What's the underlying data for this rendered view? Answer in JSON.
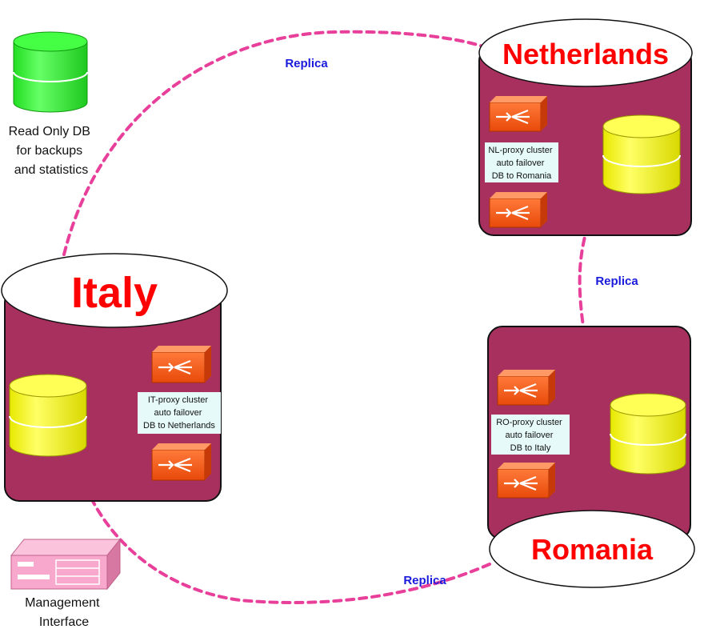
{
  "colors": {
    "site_box": "#a8305e",
    "site_title": "#ff0000",
    "replica_line": "#e8409a",
    "replica_label": "#1a1adc",
    "db_yellow": "#ffff33",
    "db_green": "#33ff33",
    "router": "#ff5511",
    "proxy_label_bg": "#e6fafa",
    "mgmt_device": "#f7a8cc"
  },
  "readonly_db": {
    "icon": "green-database-icon",
    "lines": [
      "Read Only DB",
      "for backups",
      "and statistics"
    ]
  },
  "management": {
    "icon": "server-appliance-icon",
    "lines": [
      "Management",
      "Interface"
    ]
  },
  "sites": {
    "italy": {
      "title": "Italy",
      "proxy_lines": [
        "IT-proxy cluster",
        "auto failover",
        "DB to Netherlands"
      ]
    },
    "netherlands": {
      "title": "Netherlands",
      "proxy_lines": [
        "NL-proxy cluster",
        "auto failover",
        "DB to Romania"
      ]
    },
    "romania": {
      "title": "Romania",
      "proxy_lines": [
        "RO-proxy cluster",
        "auto failover",
        "DB to Italy"
      ]
    }
  },
  "replica_labels": [
    "Replica",
    "Replica",
    "Replica"
  ]
}
